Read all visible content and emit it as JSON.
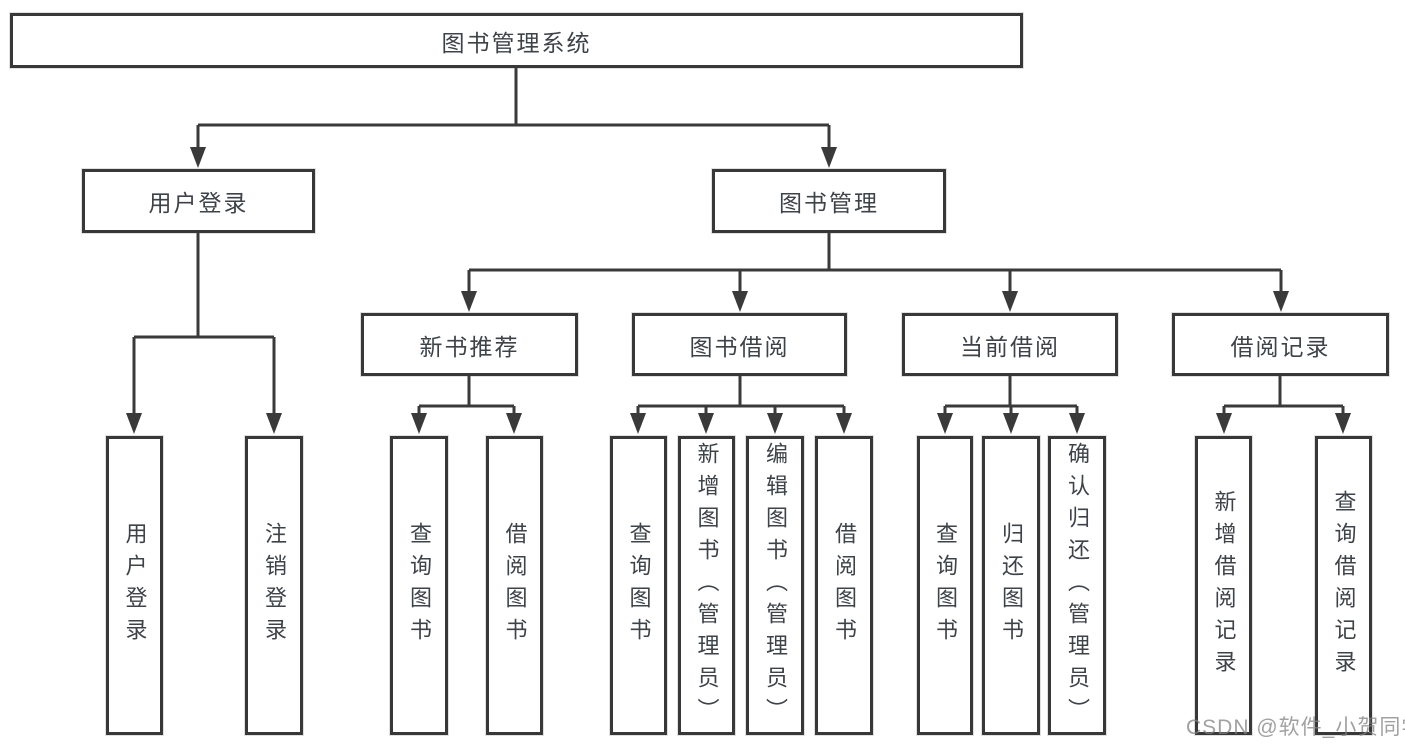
{
  "diagram": {
    "root": {
      "label": "图书管理系统"
    },
    "branches": [
      {
        "label": "用户登录",
        "children": [
          {
            "label": "用户登录"
          },
          {
            "label": "注销登录"
          }
        ]
      },
      {
        "label": "图书管理",
        "children": [
          {
            "label": "新书推荐",
            "children": [
              {
                "label": "查询图书"
              },
              {
                "label": "借阅图书"
              }
            ]
          },
          {
            "label": "图书借阅",
            "children": [
              {
                "label": "查询图书"
              },
              {
                "label": "新增图书（管理员）"
              },
              {
                "label": "编辑图书（管理员）"
              },
              {
                "label": "借阅图书"
              }
            ]
          },
          {
            "label": "当前借阅",
            "children": [
              {
                "label": "查询图书"
              },
              {
                "label": "归还图书"
              },
              {
                "label": "确认归还（管理员）"
              }
            ]
          },
          {
            "label": "借阅记录",
            "children": [
              {
                "label": "新增借阅记录"
              },
              {
                "label": "查询借阅记录"
              }
            ]
          }
        ]
      }
    ],
    "watermark": "CSDN @软件_小贺同学",
    "colors": {
      "line": "#3a3a3a",
      "text": "#3d4349",
      "watermark": "#828282",
      "background": "#ffffff"
    }
  }
}
